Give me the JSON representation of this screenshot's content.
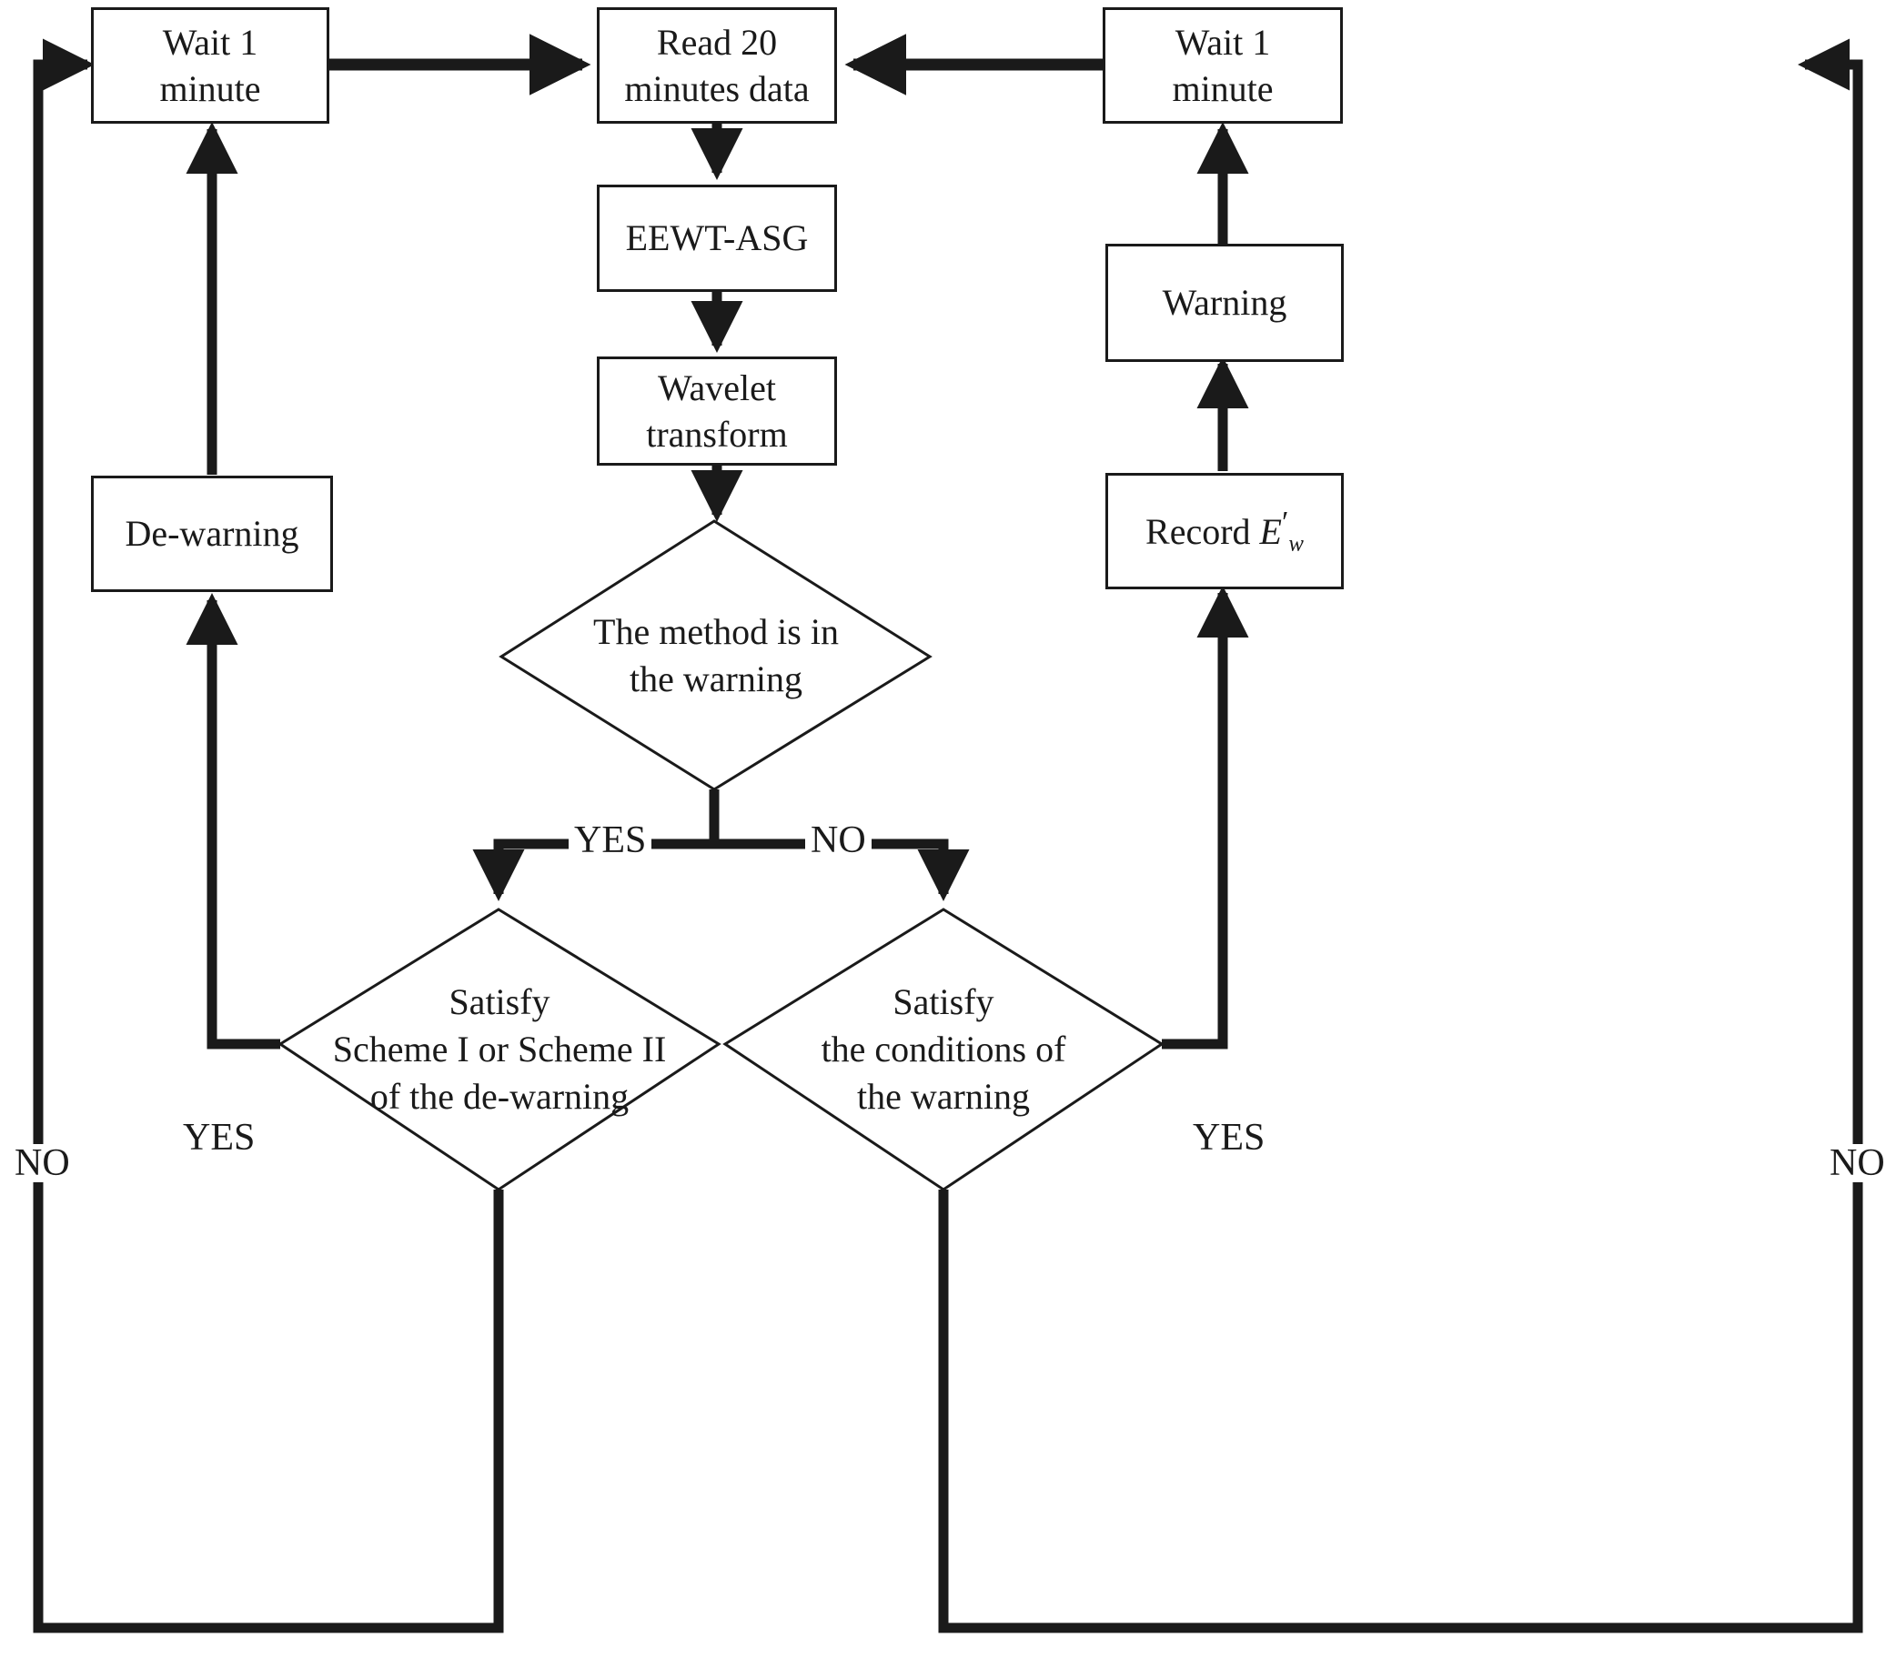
{
  "diagram": {
    "title": "Warning / de-warning monitoring flowchart",
    "type": "flowchart",
    "background": "#ffffff",
    "line_color": "#1a1a1a"
  },
  "nodes": {
    "wait_left": {
      "label": "Wait 1\nminute",
      "shape": "process"
    },
    "read_data": {
      "label": "Read 20\nminutes data",
      "shape": "process"
    },
    "wait_right": {
      "label": "Wait 1\nminute",
      "shape": "process"
    },
    "eewt_asg": {
      "label": "EEWT-ASG",
      "shape": "process"
    },
    "wavelet": {
      "label": "Wavelet\ntransform",
      "shape": "process"
    },
    "de_warning": {
      "label": "De-warning",
      "shape": "process"
    },
    "warning": {
      "label": "Warning",
      "shape": "process"
    },
    "record": {
      "label_prefix": "Record ",
      "label_symbol": "E",
      "label_prime": "′",
      "label_sub": "w",
      "shape": "process"
    },
    "decision_main": {
      "label": "The method is in\nthe warning",
      "shape": "decision"
    },
    "decision_left": {
      "label": "Satisfy\nScheme I or Scheme II\nof the de-warning",
      "shape": "decision"
    },
    "decision_right": {
      "label": "Satisfy\nthe conditions of\nthe warning",
      "shape": "decision"
    }
  },
  "edge_labels": {
    "main_yes": "YES",
    "main_no": "NO",
    "left_yes": "YES",
    "left_no": "NO",
    "right_yes": "YES",
    "right_no": "NO"
  }
}
